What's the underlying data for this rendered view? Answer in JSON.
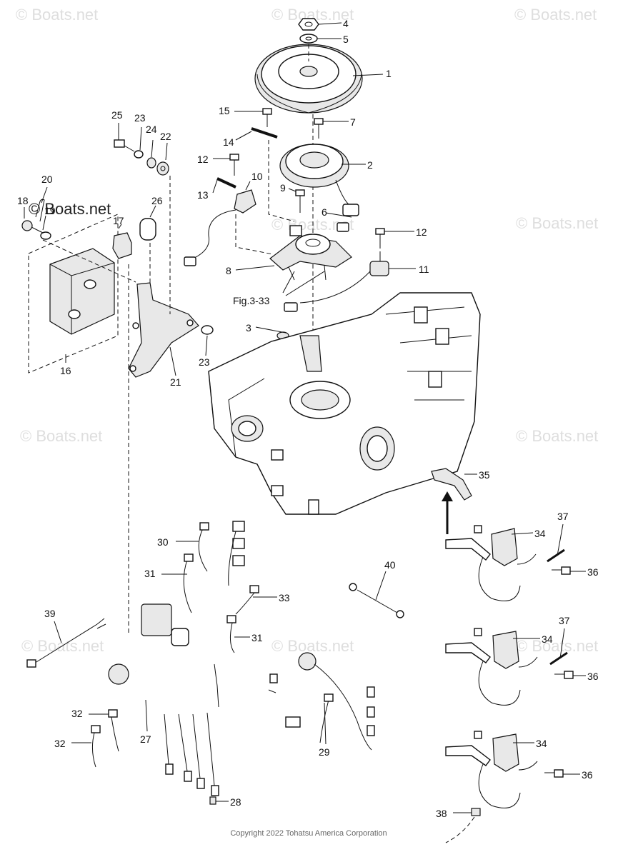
{
  "watermark": "© Boats.net",
  "watermark_primary": "© Boats.net",
  "figure_ref": "Fig.3-33",
  "copyright": "Copyright 2022 Tohatsu America Corporation",
  "callouts": [
    "1",
    "2",
    "3",
    "4",
    "5",
    "6",
    "7",
    "8",
    "9",
    "10",
    "11",
    "12",
    "12",
    "13",
    "14",
    "15",
    "16",
    "17",
    "18",
    "19",
    "20",
    "21",
    "22",
    "23",
    "23",
    "24",
    "25",
    "26",
    "27",
    "28",
    "29",
    "30",
    "31",
    "31",
    "32",
    "32",
    "33",
    "34",
    "34",
    "34",
    "35",
    "36",
    "36",
    "36",
    "37",
    "37",
    "38",
    "39",
    "40"
  ]
}
